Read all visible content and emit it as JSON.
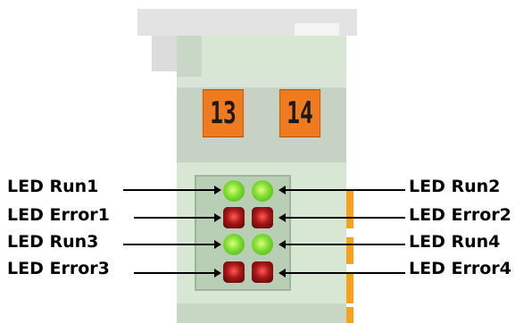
{
  "terminals": {
    "left": "13",
    "right": "14"
  },
  "labels_left": [
    "LED Run1",
    "LED Error1",
    "LED Run3",
    "LED Error3"
  ],
  "labels_right": [
    "LED Run2",
    "LED Error2",
    "LED Run4",
    "LED Error4"
  ],
  "colors": {
    "body": "#d7e7d3",
    "terminal": "#f07a1e",
    "led_green": "#7cdc2c",
    "led_red": "#a81616",
    "accent_stripe": "#f7a21a"
  }
}
